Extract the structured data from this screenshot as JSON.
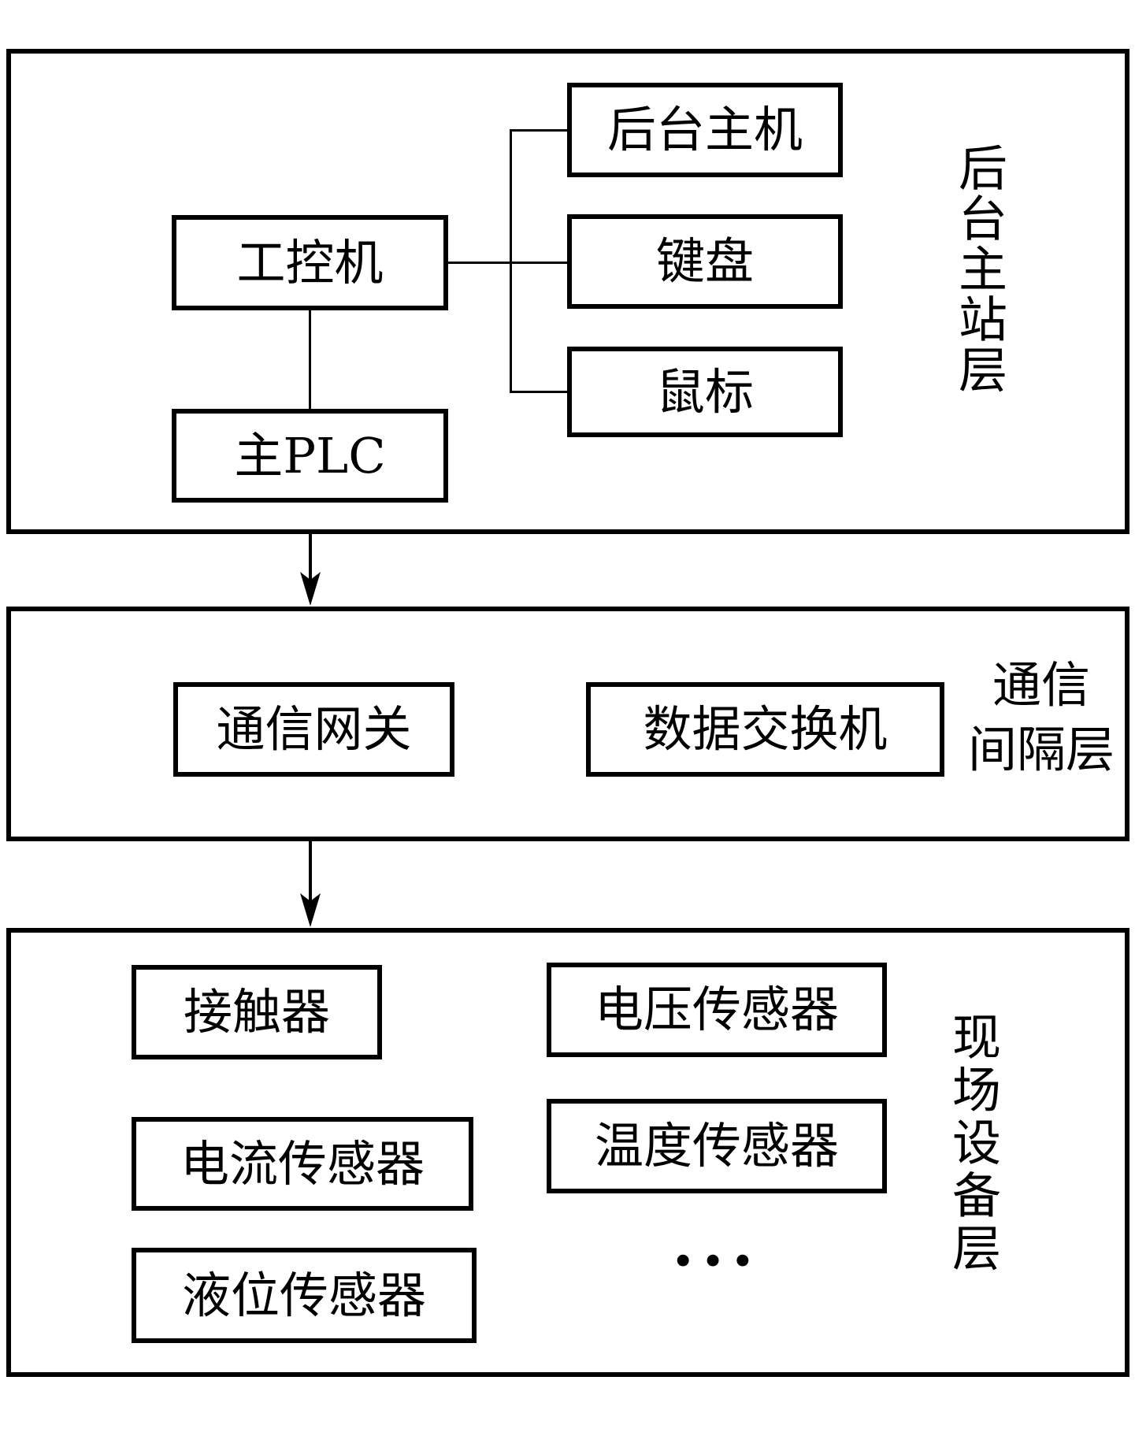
{
  "diagram": {
    "layer1": {
      "label": "后台主站层",
      "industrial_pc": "工控机",
      "main_plc": "主PLC",
      "backend_host": "后台主机",
      "keyboard": "键盘",
      "mouse": "鼠标"
    },
    "layer2": {
      "label": "通信间隔层",
      "label_line1": "通信",
      "label_line2": "间隔层",
      "comm_gateway": "通信网关",
      "data_switch": "数据交换机"
    },
    "layer3": {
      "label": "现场设备层",
      "contactor": "接触器",
      "voltage_sensor": "电压传感器",
      "current_sensor": "电流传感器",
      "temperature_sensor": "温度传感器",
      "level_sensor": "液位传感器",
      "ellipsis": "···"
    },
    "colors": {
      "line": "#000000",
      "background": "#ffffff"
    }
  }
}
